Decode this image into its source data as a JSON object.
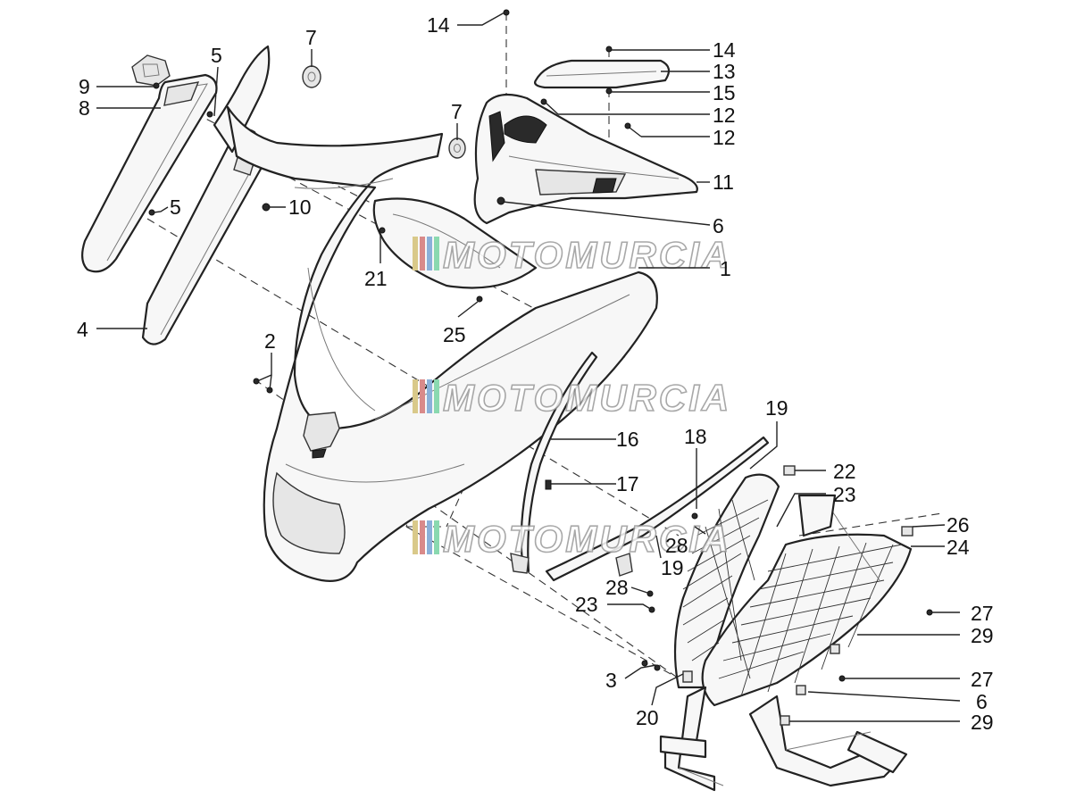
{
  "diagram": {
    "callouts": [
      {
        "id": "c14a",
        "label": "14"
      },
      {
        "id": "c7a",
        "label": "7"
      },
      {
        "id": "c5a",
        "label": "5"
      },
      {
        "id": "c9",
        "label": "9"
      },
      {
        "id": "c8",
        "label": "8"
      },
      {
        "id": "c14b",
        "label": "14"
      },
      {
        "id": "c13",
        "label": "13"
      },
      {
        "id": "c15",
        "label": "15"
      },
      {
        "id": "c7b",
        "label": "7"
      },
      {
        "id": "c12a",
        "label": "12"
      },
      {
        "id": "c12b",
        "label": "12"
      },
      {
        "id": "c11",
        "label": "11"
      },
      {
        "id": "c5b",
        "label": "5"
      },
      {
        "id": "c10",
        "label": "10"
      },
      {
        "id": "c6a",
        "label": "6"
      },
      {
        "id": "c21",
        "label": "21"
      },
      {
        "id": "c1",
        "label": "1"
      },
      {
        "id": "c4",
        "label": "4"
      },
      {
        "id": "c25",
        "label": "25"
      },
      {
        "id": "c2",
        "label": "2"
      },
      {
        "id": "c19a",
        "label": "19"
      },
      {
        "id": "c16",
        "label": "16"
      },
      {
        "id": "c18",
        "label": "18"
      },
      {
        "id": "c22",
        "label": "22"
      },
      {
        "id": "c17",
        "label": "17"
      },
      {
        "id": "c23a",
        "label": "23"
      },
      {
        "id": "c26",
        "label": "26"
      },
      {
        "id": "c24",
        "label": "24"
      },
      {
        "id": "c28a",
        "label": "28"
      },
      {
        "id": "c19b",
        "label": "19"
      },
      {
        "id": "c28b",
        "label": "28"
      },
      {
        "id": "c23b",
        "label": "23"
      },
      {
        "id": "c27a",
        "label": "27"
      },
      {
        "id": "c29a",
        "label": "29"
      },
      {
        "id": "c3",
        "label": "3"
      },
      {
        "id": "c27b",
        "label": "27"
      },
      {
        "id": "c6b",
        "label": "6"
      },
      {
        "id": "c20",
        "label": "20"
      },
      {
        "id": "c29b",
        "label": "29"
      }
    ],
    "watermarks": [
      {
        "text": "MOTOMURCIA"
      },
      {
        "text": "MOTOMURCIA"
      },
      {
        "text": "MOTOMURCIA"
      }
    ],
    "colors": {
      "line": "#222222",
      "fill": "#f7f7f7",
      "watermark_outline": "#9a9a9a",
      "watermark_stripes": [
        "#d9c98a",
        "#d98a8a",
        "#8ab0d9",
        "#8ad9b0"
      ]
    }
  }
}
